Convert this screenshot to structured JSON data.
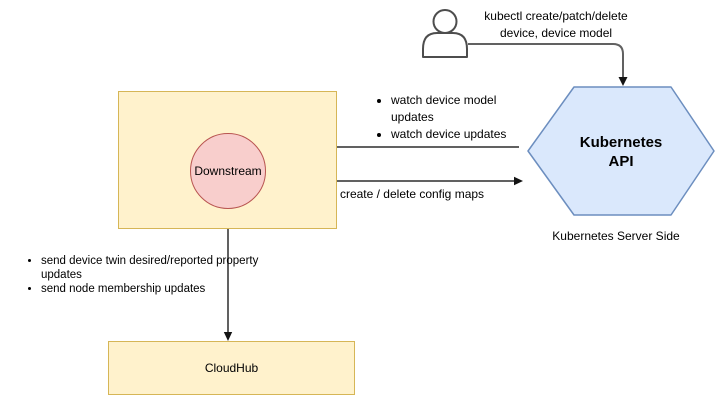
{
  "colors": {
    "background": "#ffffff",
    "yellow_fill": "#fff2cc",
    "yellow_stroke": "#d6b656",
    "pink_fill": "#f8cecc",
    "pink_stroke": "#b85450",
    "blue_fill": "#dae8fc",
    "blue_stroke": "#6c8ebf",
    "connector_line": "#616161",
    "icon_stroke": "#4d4d4d",
    "arrowhead": "#141414",
    "text": "#000000"
  },
  "actor": {
    "label_line1": "kubectl create/patch/delete",
    "label_line2": "device, device model"
  },
  "kubernetes_api": {
    "title_line1": "Kubernetes",
    "title_line2": "API",
    "caption": "Kubernetes Server Side"
  },
  "downstream": {
    "label": "Downstream"
  },
  "cloudhub": {
    "label": "CloudHub"
  },
  "edges": {
    "watch_list": [
      "watch device model updates",
      "watch device updates"
    ],
    "config_maps_label": "create / delete config maps",
    "send_list": [
      "send device twin desired/reported property updates",
      "send node membership updates"
    ]
  }
}
